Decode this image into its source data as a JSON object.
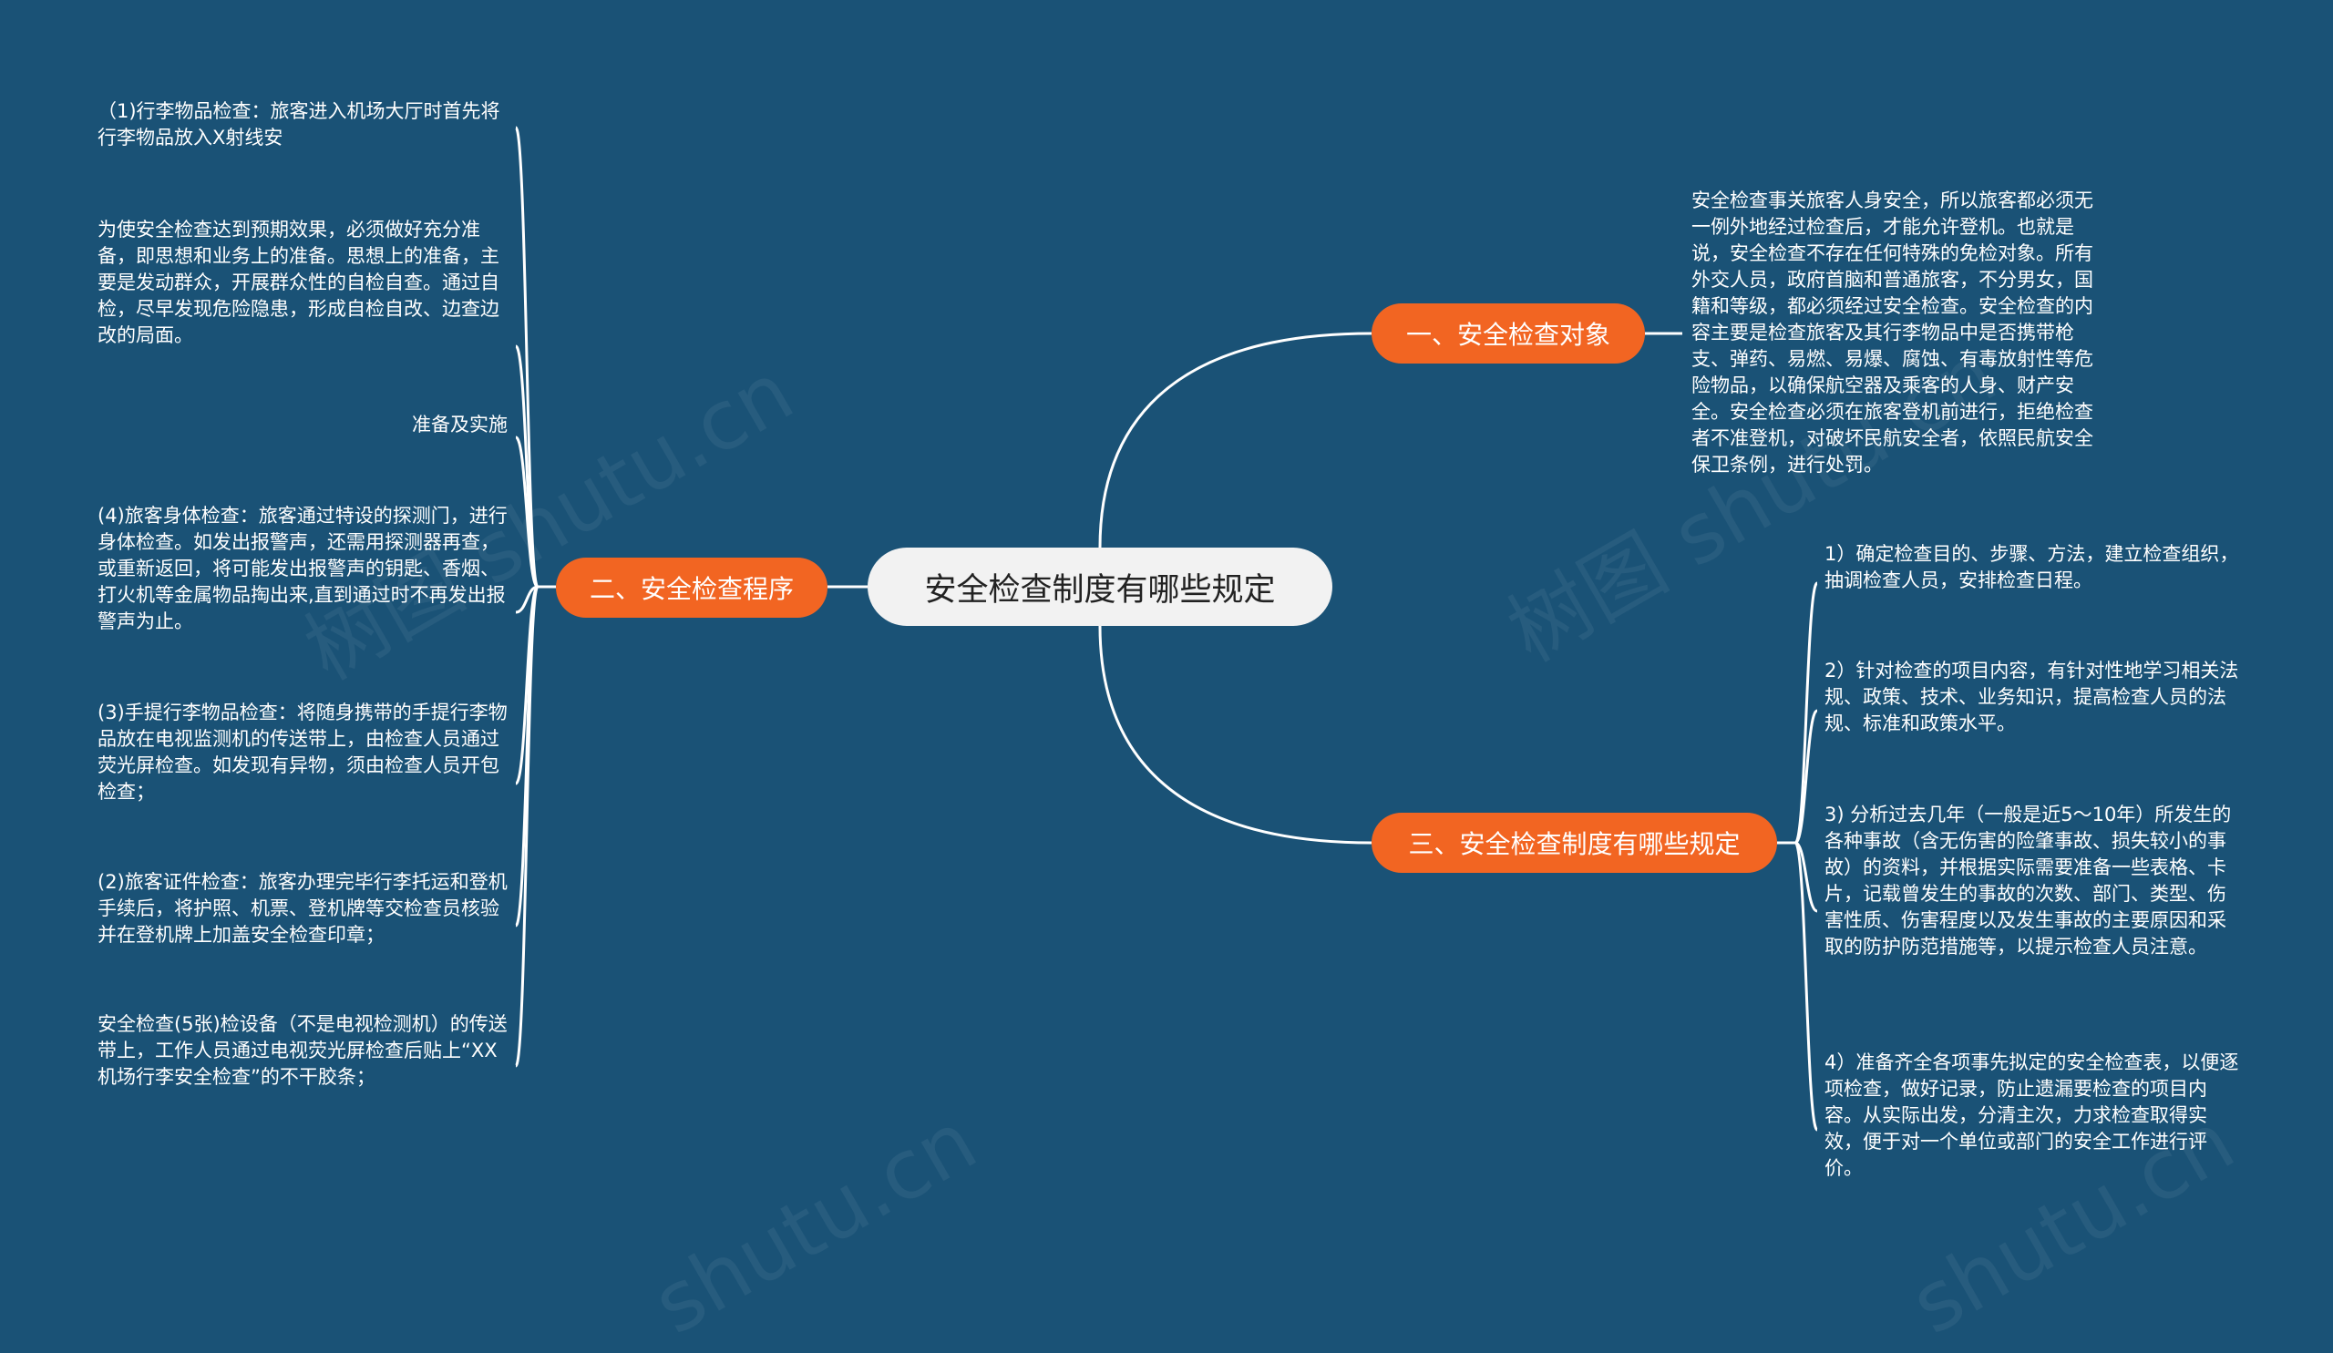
{
  "root": {
    "label": "安全检查制度有哪些规定"
  },
  "branches": [
    {
      "label": "一、安全检查对象",
      "leaves": [
        "安全检查事关旅客人身安全，所以旅客都必须无一例外地经过检查后，才能允许登机。也就是说，安全检查不存在任何特殊的免检对象。所有外交人员，政府首脑和普通旅客，不分男女，国籍和等级，都必须经过安全检查。安全检查的内容主要是检查旅客及其行李物品中是否携带枪支、弹药、易燃、易爆、腐蚀、有毒放射性等危险物品，以确保航空器及乘客的人身、财产安全。安全检查必须在旅客登机前进行，拒绝检查者不准登机，对破坏民航安全者，依照民航安全保卫条例，进行处罚。"
      ]
    },
    {
      "label": "二、安全检查程序",
      "leaves": [
        "（1)行李物品检查：旅客进入机场大厅时首先将行李物品放入X射线安",
        "为使安全检查达到预期效果，必须做好充分准备，即思想和业务上的准备。思想上的准备，主要是发动群众，开展群众性的自检自查。通过自检，尽早发现危险隐患，形成自检自改、边查边改的局面。",
        "准备及实施",
        "(4)旅客身体检查：旅客通过特设的探测门，进行身体检查。如发出报警声，还需用探测器再查，或重新返回，将可能发出报警声的钥匙、香烟、打火机等金属物品掏出来,直到通过时不再发出报警声为止。",
        "(3)手提行李物品检查：将随身携带的手提行李物品放在电视监测机的传送带上，由检查人员通过荧光屏检查。如发现有异物，须由检查人员开包检查；",
        "(2)旅客证件检查：旅客办理完毕行李托运和登机手续后，将护照、机票、登机牌等交检查员核验并在登机牌上加盖安全检查印章；",
        "安全检查(5张)检设备（不是电视检测机）的传送带上，工作人员通过电视荧光屏检查后贴上“XX机场行李安全检查”的不干胶条；"
      ]
    },
    {
      "label": "三、安全检查制度有哪些规定",
      "leaves": [
        "1）确定检查目的、步骤、方法，建立检查组织，抽调检查人员，安排检查日程。",
        "2）针对检查的项目内容，有针对性地学习相关法规、政策、技术、业务知识，提高检查人员的法规、标准和政策水平。",
        "3) 分析过去几年（一般是近5～10年）所发生的各种事故（含无伤害的险肇事故、损失较小的事故）的资料，并根据实际需要准备一些表格、卡片，记载曾发生的事故的次数、部门、类型、伤害性质、伤害程度以及发生事故的主要原因和采取的防护防范措施等，以提示检查人员注意。",
        "4）准备齐全各项事先拟定的安全检查表，以便逐项检查，做好记录，防止遗漏要检查的项目内容。从实际出发，分清主次，力求检查取得实效，便于对一个单位或部门的安全工作进行评价。"
      ]
    }
  ],
  "watermarks": [
    "树图 shutu.cn",
    "树图 shutu.cn",
    "shutu.cn",
    "shutu.cn"
  ],
  "colors": {
    "background": "#1a5276",
    "branch": "#f26522",
    "root_fill": "#f2f2f2",
    "line": "#ffffff"
  }
}
